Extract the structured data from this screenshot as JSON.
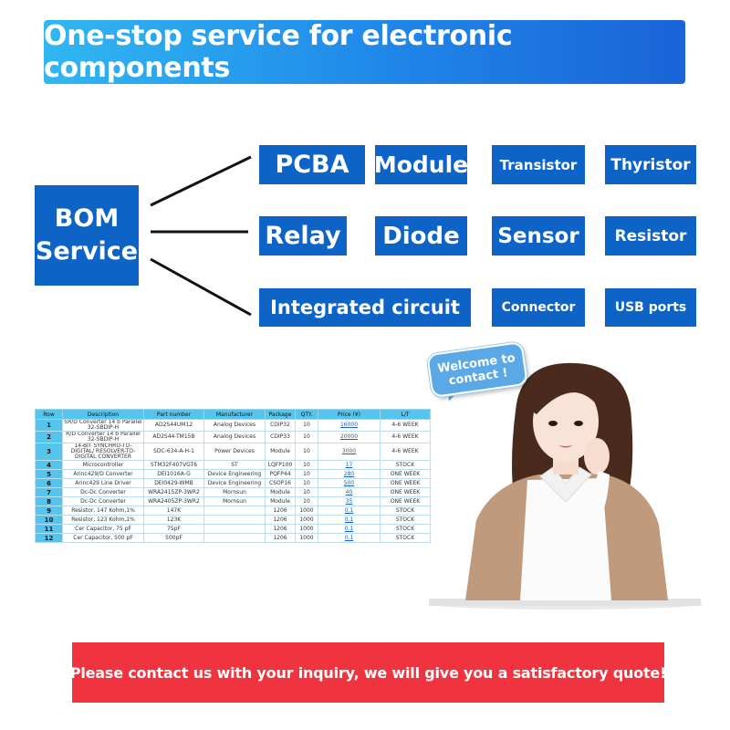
{
  "banner": {
    "title": "One-stop service for electronic components"
  },
  "bom": {
    "line1": "BOM",
    "line2": "Service"
  },
  "tags": {
    "row1": [
      "PCBA",
      "Module",
      "Transistor",
      "Thyristor"
    ],
    "row2": [
      "Relay",
      "Diode",
      "Sensor",
      "Resistor"
    ],
    "row3": [
      "Integrated circuit",
      "Connector",
      "USB ports"
    ]
  },
  "table": {
    "headers": [
      "Row",
      "Description",
      "Part number",
      "Manufacturer",
      "Package",
      "QTY.",
      "Price (¥)",
      "L/T"
    ],
    "rows": [
      [
        "1",
        "SR/D Converter 14 b Parallel 32-SBDIP-H",
        "AD2S44UM12",
        "Analog Devices",
        "CDIP32",
        "10",
        "16000",
        "4-6 WEEK"
      ],
      [
        "2",
        "R/D Converter 14 b Parallel 32-SBDIP-H",
        "AD2S44-TM15B",
        "Analog Devices",
        "CDIP33",
        "10",
        "20000",
        "4-6 WEEK"
      ],
      [
        "3",
        "14-BIT SYNCHRO-TO-DIGITAL/ RESOLVER-TO-DIGITAL CONVERTER",
        "SDC-634-A-H-1",
        "Power Devices",
        "Module",
        "10",
        "3000",
        "4-6 WEEK"
      ],
      [
        "4",
        "Microcontroller",
        "STM32F407VGT6",
        "ST",
        "LQFP100",
        "10",
        "17",
        "STOCK"
      ],
      [
        "5",
        "Arinc429/D Converter",
        "DEI1016A-G",
        "Device Engineering",
        "PQFP44",
        "10",
        "280",
        "ONE WEEK"
      ],
      [
        "6",
        "Arinc429 Line Driver",
        "DEI0429-WMB",
        "Device Engineering",
        "CSOP16",
        "10",
        "500",
        "ONE WEEK"
      ],
      [
        "7",
        "Dc-Dc Converter",
        "WRA2415ZP-3WR2",
        "Mornsun",
        "Module",
        "10",
        "40",
        "ONE WEEK"
      ],
      [
        "8",
        "Dc-Dc Converter",
        "WRA2405ZP-3WR2",
        "Mornsun",
        "Module",
        "10",
        "35",
        "ONE WEEK"
      ],
      [
        "9",
        "Resistor, 147 Kohm,1%",
        "147K",
        "",
        "1206",
        "1000",
        "0.1",
        "STOCK"
      ],
      [
        "10",
        "Resistor, 123 Kohm,1%",
        "123K",
        "",
        "1206",
        "1000",
        "0.1",
        "STOCK"
      ],
      [
        "11",
        "Cer Capacitor, 75 pF",
        "75pF",
        "",
        "1206",
        "1000",
        "0.1",
        "STOCK"
      ],
      [
        "12",
        "Cer Capacitor, 500 pF",
        "500pF",
        "",
        "1206",
        "1000",
        "0.1",
        "STOCK"
      ]
    ]
  },
  "bubble": {
    "line1": "Welcome to",
    "line2": "contact !"
  },
  "footer": {
    "text": "Please contact us with your inquiry, we will give you a satisfactory quote!"
  },
  "colors": {
    "tag_blue": "#0d63c6",
    "banner_start": "#31b7f2",
    "banner_end": "#1a63d8",
    "footer_red": "#f0343f",
    "table_header": "#56c5ee"
  }
}
